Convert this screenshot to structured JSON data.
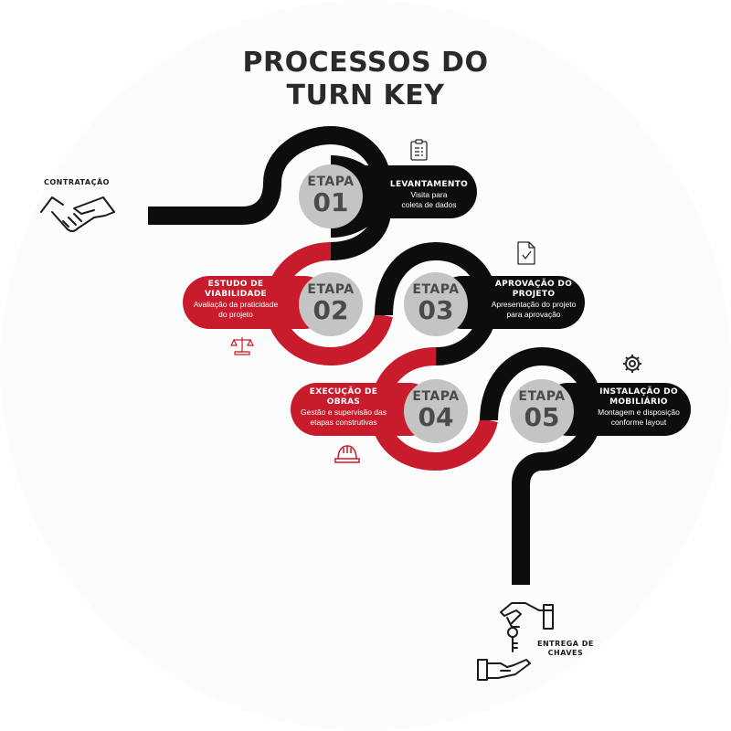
{
  "title": {
    "line1": "PROCESSOS DO",
    "line2": "TURN KEY"
  },
  "start_label": "CONTRATAÇÃO",
  "end_label": {
    "line1": "ENTREGA DE",
    "line2": "CHAVES"
  },
  "colors": {
    "black": "#0d0d0d",
    "red": "#c81b2b",
    "etapa_circle": "#c4c4c4",
    "title": "#2a2a2a"
  },
  "steps": [
    {
      "etapa": "ETAPA",
      "number": "01",
      "title": "LEVANTAMENTO",
      "desc1": "Visita para",
      "desc2": "coleta de dados",
      "icon": "clipboard-icon"
    },
    {
      "etapa": "ETAPA",
      "number": "02",
      "title1": "ESTUDO DE",
      "title2": "VIABILIDADE",
      "desc1": "Avaliação da praticidade",
      "desc2": "do projeto",
      "icon": "scale-icon"
    },
    {
      "etapa": "ETAPA",
      "number": "03",
      "title1": "APROVAÇÃO DO",
      "title2": "PROJETO",
      "desc1": "Apresentação do projeto",
      "desc2": "para aprovação",
      "icon": "document-check-icon"
    },
    {
      "etapa": "ETAPA",
      "number": "04",
      "title1": "EXECUÇÃO DE",
      "title2": "OBRAS",
      "desc1": "Gestão e supervisão das",
      "desc2": "etapas construtivas",
      "icon": "hard-hat-icon"
    },
    {
      "etapa": "ETAPA",
      "number": "05",
      "title1": "INSTALAÇÃO DO",
      "title2": "MOBILIÁRIO",
      "desc1": "Montagem e disposição",
      "desc2": "conforme layout",
      "icon": "gear-icon"
    }
  ]
}
